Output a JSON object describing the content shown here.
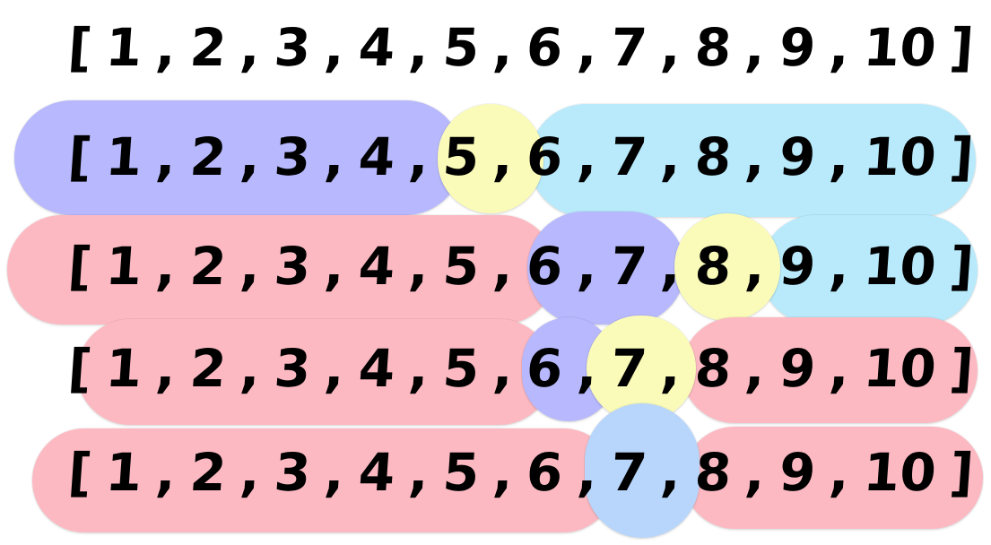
{
  "colors": {
    "purple": "#b7b8fd",
    "yellow": "#fafbb8",
    "cyan": "#b8eafb",
    "pink": "#fdb9c2",
    "blue": "#b8d6fb",
    "ink": "#000000"
  },
  "rows": [
    {
      "tokens": [
        "[",
        "1",
        ",",
        "2",
        ",",
        "3",
        ",",
        "4",
        ",",
        "5",
        ",",
        "6",
        ",",
        "7",
        ",",
        "8",
        ",",
        "9",
        ",",
        "10",
        "]"
      ]
    },
    {
      "tokens": [
        "[",
        "1",
        ",",
        "2",
        ",",
        "3",
        ",",
        "4",
        ",",
        "5",
        ",",
        "6",
        ",",
        "7",
        ",",
        "8",
        ",",
        "9",
        ",",
        "10",
        "]"
      ]
    },
    {
      "tokens": [
        "[",
        "1",
        ",",
        "2",
        ",",
        "3",
        ",",
        "4",
        ",",
        "5",
        ",",
        "6",
        ",",
        "7",
        ",",
        "8",
        ",",
        "9",
        ",",
        "10",
        "]"
      ]
    },
    {
      "tokens": [
        "[",
        "1",
        ",",
        "2",
        ",",
        "3",
        ",",
        "4",
        ",",
        "5",
        ",",
        "6",
        ",",
        "7",
        ",",
        "8",
        ",",
        "9",
        ",",
        "10",
        "]"
      ]
    },
    {
      "tokens": [
        "[",
        "1",
        ",",
        "2",
        ",",
        "3",
        ",",
        "4",
        ",",
        "5",
        ",",
        "6",
        ",",
        "7",
        ",",
        "8",
        ",",
        "9",
        ",",
        "10",
        "]"
      ]
    }
  ]
}
